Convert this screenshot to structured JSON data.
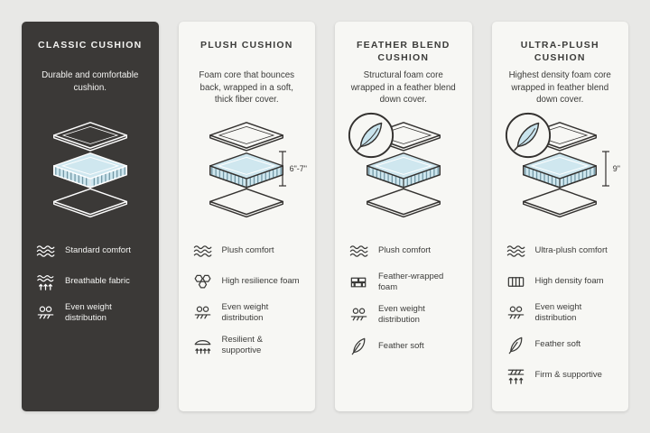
{
  "colors": {
    "page_background": "#e8e8e6",
    "dark_panel_background": "#3b3937",
    "light_panel_background": "#f7f7f4",
    "accent_blue": "#cfe7ef",
    "line_dark": "#33312f",
    "line_light": "#ffffff"
  },
  "panels": [
    {
      "title": "CLASSIC CUSHION",
      "description": "Durable and comfortable cushion.",
      "theme": "dark",
      "feather_badge": false,
      "features": [
        {
          "icon": "waves-icon",
          "label": "Standard comfort"
        },
        {
          "icon": "breathable-fabric-icon",
          "label": "Breathable fabric"
        },
        {
          "icon": "weight-distribution-icon",
          "label": "Even weight distribution"
        }
      ]
    },
    {
      "title": "PLUSH CUSHION",
      "description": "Foam core that bounces back, wrapped in a soft, thick fiber cover.",
      "theme": "light",
      "feather_badge": false,
      "height_label": "6\"-7\"",
      "features": [
        {
          "icon": "waves-icon",
          "label": "Plush comfort"
        },
        {
          "icon": "honeycomb-foam-icon",
          "label": "High resilience foam"
        },
        {
          "icon": "weight-distribution-icon",
          "label": "Even weight distribution"
        },
        {
          "icon": "resilient-supportive-icon",
          "label": "Resilient & supportive"
        }
      ]
    },
    {
      "title": "FEATHER BLEND CUSHION",
      "description": "Structural foam core wrapped in a feather blend down cover.",
      "theme": "light",
      "feather_badge": true,
      "features": [
        {
          "icon": "waves-icon",
          "label": "Plush comfort"
        },
        {
          "icon": "brick-foam-icon",
          "label": "Feather-wrapped foam"
        },
        {
          "icon": "weight-distribution-icon",
          "label": "Even weight distribution"
        },
        {
          "icon": "feather-icon",
          "label": "Feather soft"
        }
      ]
    },
    {
      "title": "ULTRA-PLUSH CUSHION",
      "description": "Highest density foam core wrapped in feather blend down cover.",
      "theme": "light",
      "feather_badge": true,
      "height_label": "9\"",
      "features": [
        {
          "icon": "waves-icon",
          "label": "Ultra-plush comfort"
        },
        {
          "icon": "high-density-foam-icon",
          "label": "High density foam"
        },
        {
          "icon": "weight-distribution-icon",
          "label": "Even weight distribution"
        },
        {
          "icon": "feather-icon",
          "label": "Feather soft"
        },
        {
          "icon": "firm-supportive-icon",
          "label": "Firm & supportive"
        }
      ]
    }
  ]
}
